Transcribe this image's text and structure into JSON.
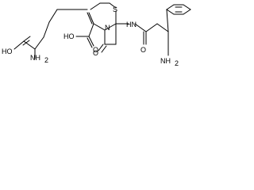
{
  "diagram": {
    "atom_labels": {
      "oh_left": "HO",
      "nh2_left": "NH",
      "nh2_left_sub": "2",
      "s": "S",
      "oh_acid": "HO",
      "o_acid": "O",
      "o_lactam": "O",
      "n_ring": "N",
      "nh_amide": "HN",
      "o_amide": "O",
      "nh2_right": "NH",
      "nh2_right_sub": "2"
    }
  }
}
